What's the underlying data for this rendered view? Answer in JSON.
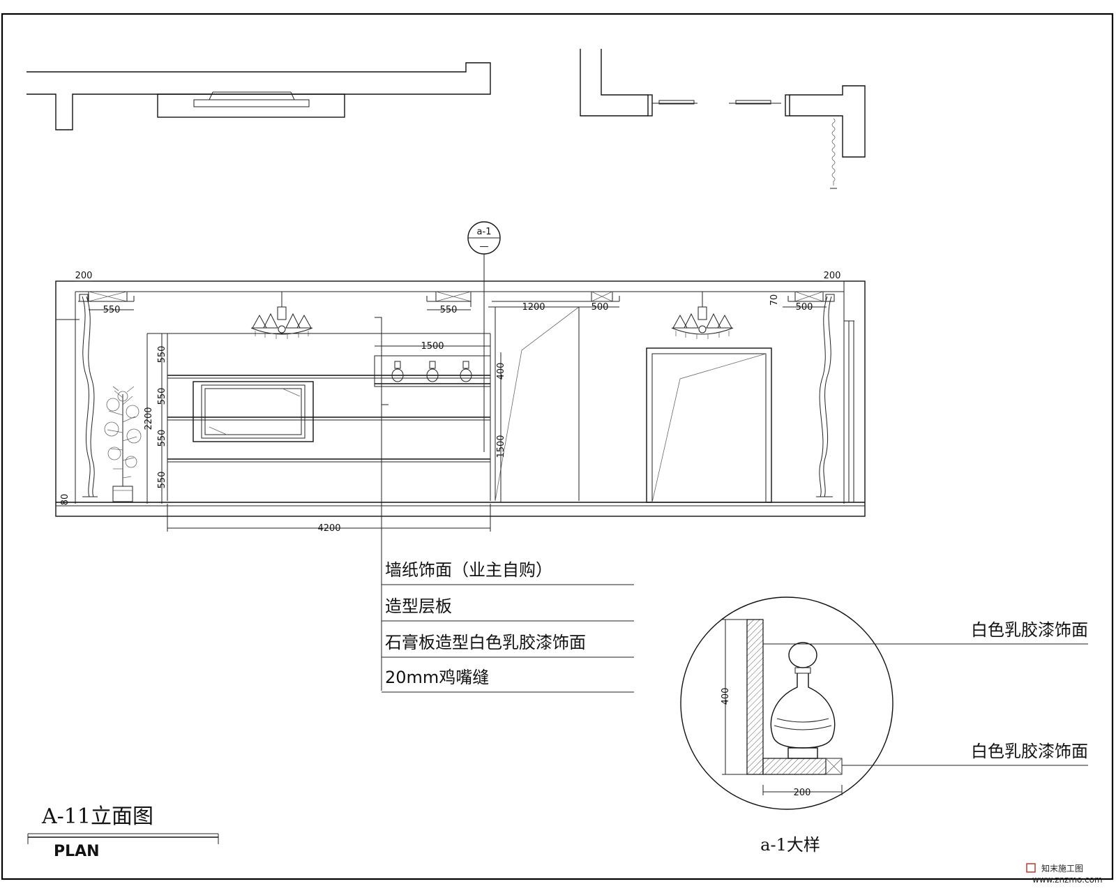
{
  "drawing": {
    "title": "A-11立面图",
    "subtitle": "PLAN",
    "detail_title": "a-1大样",
    "detail_marker": {
      "top": "a-1",
      "bottom": "—"
    }
  },
  "dimensions": {
    "left_200": "200",
    "right_200": "200",
    "ceiling_550_left": "550",
    "ceiling_550_mid": "550",
    "ceiling_1200": "1200",
    "ceiling_500_mid": "500",
    "ceiling_500_right": "500",
    "ceiling_70": "70",
    "shelf_1500": "1500",
    "shelf_400": "400",
    "height_1500": "1500",
    "height_2200": "2200",
    "panel_550_a": "550",
    "panel_550_b": "550",
    "panel_550_c": "550",
    "panel_550_d": "550",
    "base_80": "80",
    "width_4200": "4200",
    "detail_400": "400",
    "detail_200": "200"
  },
  "notes": [
    "墙纸饰面（业主自购）",
    "造型层板",
    "石膏板造型白色乳胶漆饰面",
    "20mm鸡嘴缝"
  ],
  "detail_notes": [
    "白色乳胶漆饰面",
    "白色乳胶漆饰面"
  ],
  "watermark": {
    "brand": "知末施工图",
    "url": "www.znzmo.com"
  }
}
